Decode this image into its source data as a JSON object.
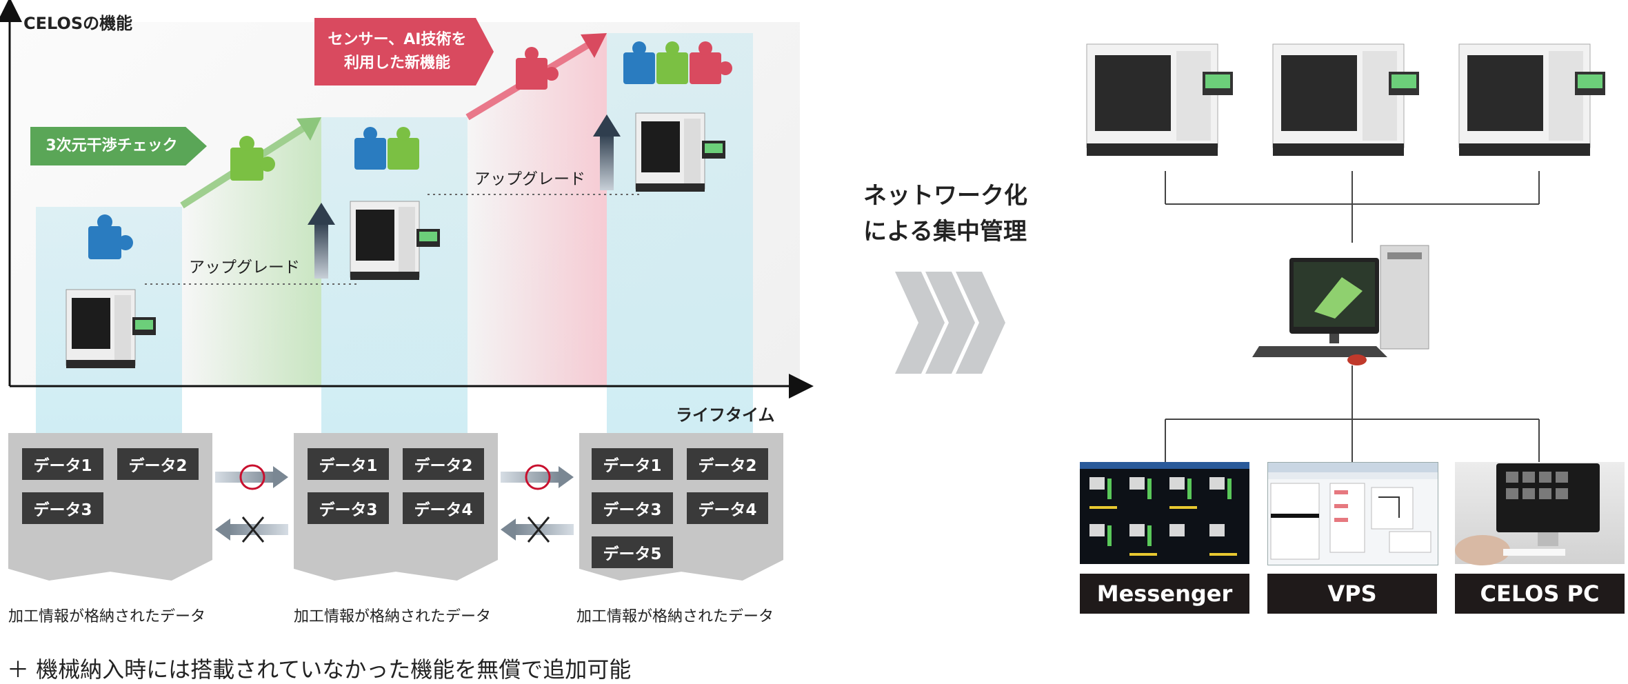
{
  "chart": {
    "y_axis_label": "CELOSの機能",
    "x_axis_label": "ライフタイム",
    "callout_green": "3次元干渉チェック",
    "callout_red_line1": "センサー、AI技術を",
    "callout_red_line2": "利用した新機能",
    "upgrade_label_1": "アップグレード",
    "upgrade_label_2": "アップグレード"
  },
  "panels": [
    {
      "chips": [
        "データ1",
        "データ2",
        "データ3"
      ],
      "caption": "加工情報が格納されたデータ"
    },
    {
      "chips": [
        "データ1",
        "データ2",
        "データ3",
        "データ4"
      ],
      "caption": "加工情報が格納されたデータ"
    },
    {
      "chips": [
        "データ1",
        "データ2",
        "データ3",
        "データ4",
        "データ5"
      ],
      "caption": "加工情報が格納されたデータ"
    }
  ],
  "footer_note": "＋ 機械納入時には搭載されていなかった機能を無償で追加可能",
  "network": {
    "title_line1": "ネットワーク化",
    "title_line2": "による集中管理",
    "labels": [
      "Messenger",
      "VPS",
      "CELOS PC"
    ]
  },
  "colors": {
    "green": "#5aa657",
    "red": "#d94a5f",
    "chip": "#3a3a3a",
    "panel": "#c6c6c6",
    "label_bar": "#1f1a1a"
  }
}
